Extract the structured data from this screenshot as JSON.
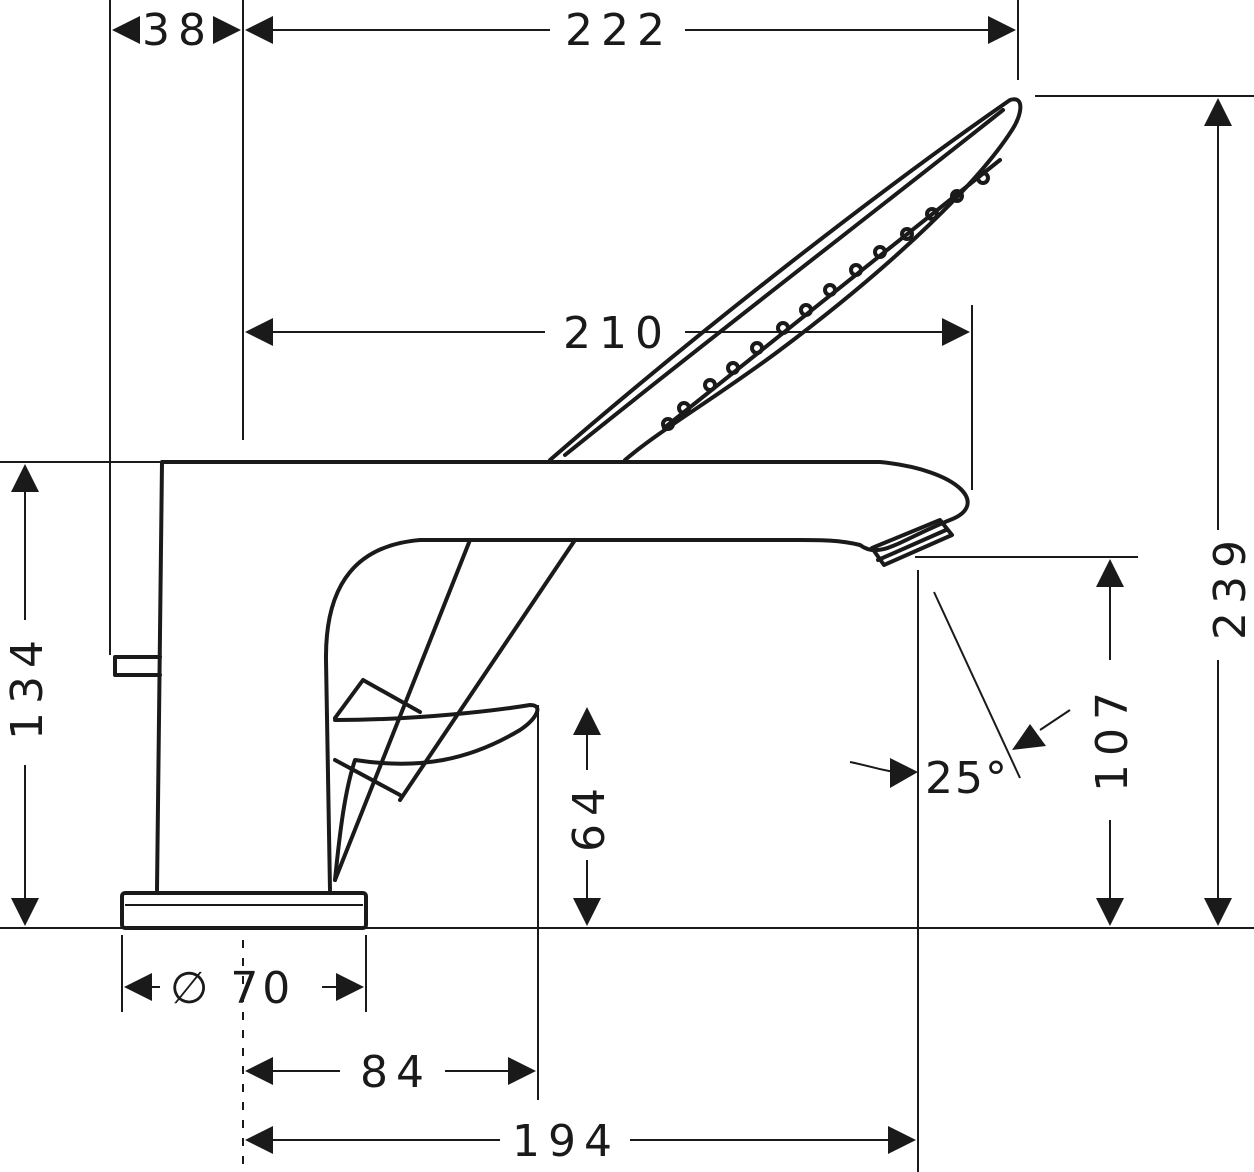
{
  "dimensions": {
    "d38": "38",
    "d222": "222",
    "d210": "210",
    "d239": "239",
    "d134": "134",
    "d107": "107",
    "d64": "64",
    "angle": "25°",
    "dia70": "∅ 70",
    "d84": "84",
    "d194": "194"
  },
  "colors": {
    "ink": "#1a1a1a",
    "paper": "#ffffff"
  }
}
